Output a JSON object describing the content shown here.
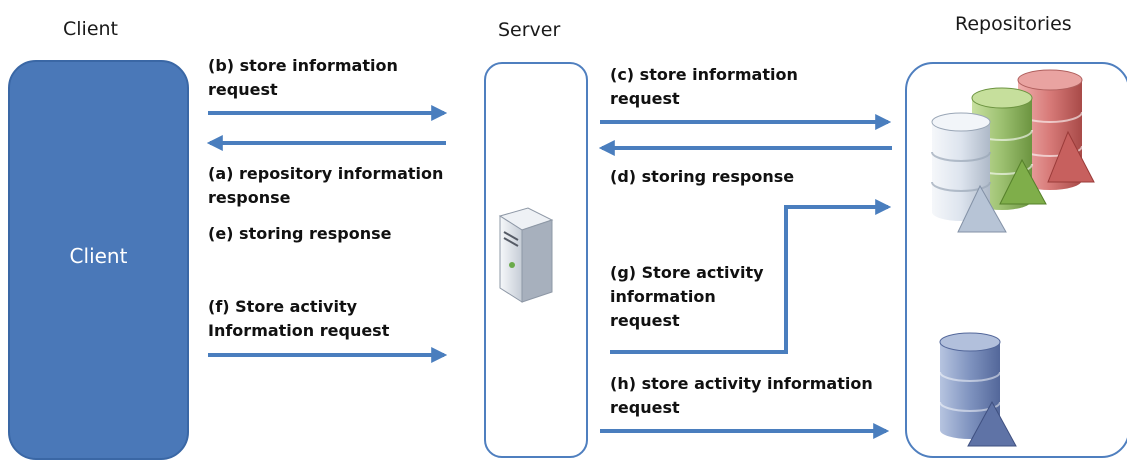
{
  "headings": {
    "client": "Client",
    "server": "Server",
    "repositories": "Repositories"
  },
  "client_box": {
    "label": "Client"
  },
  "messages": {
    "b": [
      "(b) store information",
      "request"
    ],
    "a": [
      "(a) repository information",
      "response"
    ],
    "e": [
      "(e) storing response"
    ],
    "f": [
      "(f)  Store activity",
      "Information request"
    ],
    "c": [
      "(c) store information",
      "request"
    ],
    "d": [
      "(d) storing response"
    ],
    "g": [
      "(g) Store activity",
      "information",
      "request"
    ],
    "h": [
      "(h) store activity information",
      "request"
    ]
  },
  "colors": {
    "client_fill": "#4a78b8",
    "arrow": "#4a7ebe",
    "box_border": "#4f7fbf",
    "db_white": "#d8e0ea",
    "db_green": "#9cc070",
    "db_red": "#d77a78",
    "db_blue": "#7f93bf"
  },
  "icons": [
    "server-icon",
    "database-white-icon",
    "database-green-icon",
    "database-red-icon",
    "database-blue-icon"
  ]
}
